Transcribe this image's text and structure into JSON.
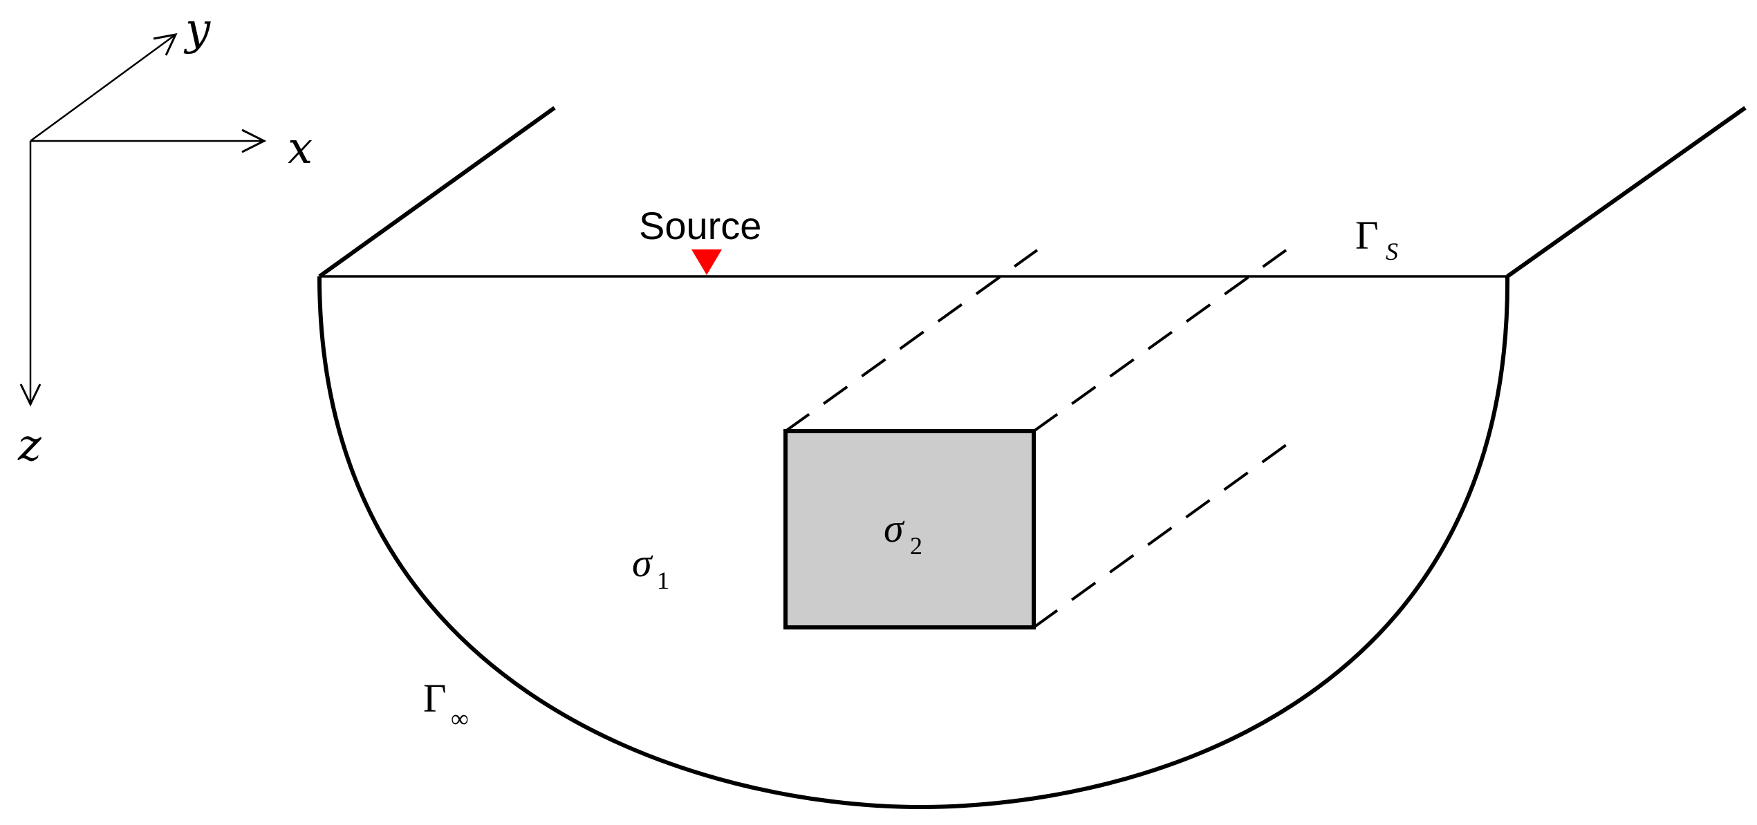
{
  "axes": {
    "x_label": "x",
    "y_label": "y",
    "z_label": "z"
  },
  "source": {
    "label": "Source",
    "marker_color": "#ff0000"
  },
  "boundaries": {
    "surface": {
      "symbol": "Γ",
      "subscript": "S"
    },
    "infinity": {
      "symbol": "Γ",
      "subscript": "∞"
    }
  },
  "regions": {
    "background": {
      "symbol": "σ",
      "subscript": "1"
    },
    "anomaly": {
      "symbol": "σ",
      "subscript": "2",
      "fill_color": "#cccccc"
    }
  },
  "colors": {
    "line": "#000000",
    "background": "#ffffff"
  }
}
